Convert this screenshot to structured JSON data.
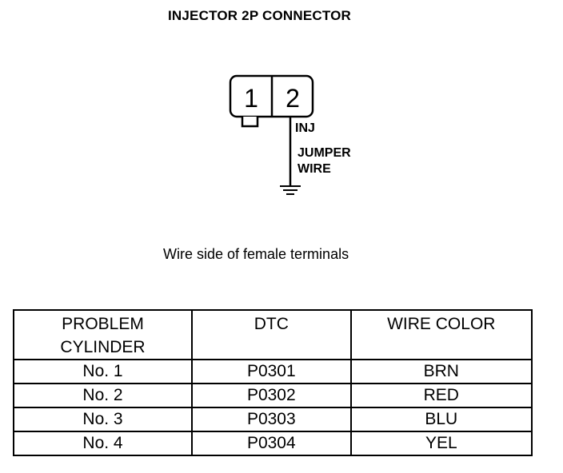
{
  "title": "INJECTOR 2P CONNECTOR",
  "connector": {
    "terminal_1": "1",
    "terminal_2": "2",
    "label_inj": "INJ",
    "label_jumper_1": "JUMPER",
    "label_jumper_2": "WIRE"
  },
  "caption": "Wire side of female terminals",
  "table": {
    "headers": [
      "PROBLEM CYLINDER",
      "DTC",
      "WIRE COLOR"
    ],
    "rows": [
      [
        "No. 1",
        "P0301",
        "BRN"
      ],
      [
        "No. 2",
        "P0302",
        "RED"
      ],
      [
        "No. 3",
        "P0303",
        "BLU"
      ],
      [
        "No. 4",
        "P0304",
        "YEL"
      ]
    ]
  }
}
